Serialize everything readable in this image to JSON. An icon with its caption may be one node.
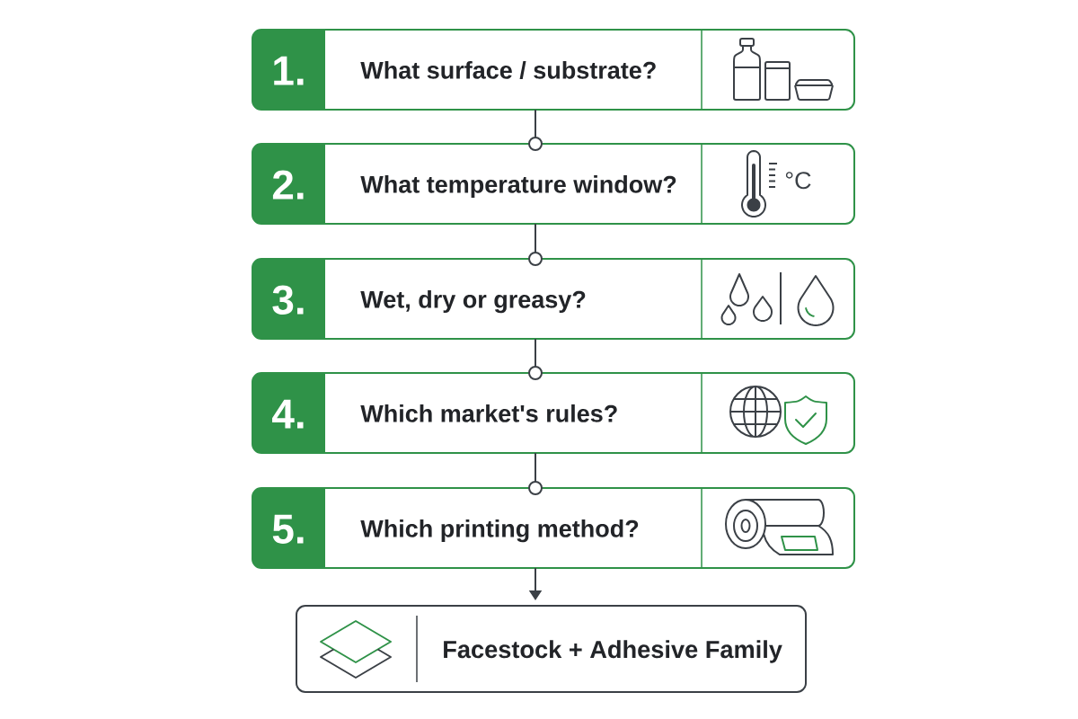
{
  "diagram": {
    "nodes": [
      {
        "text": [
          "1.",
          "What surface / substrate?"
        ]
      },
      {
        "text": [
          "2.",
          "What temperature window?"
        ]
      },
      {
        "text": [
          "3.",
          "Wet, dry or greasy?"
        ]
      },
      {
        "text": [
          "4.",
          "Which market's rules?"
        ]
      },
      {
        "text": [
          "5.",
          "Which printing method?"
        ]
      },
      {
        "text": [
          "Facestock + Adhesive Family"
        ]
      }
    ],
    "edges": [
      {
        "from": 0,
        "to": 1,
        "arrow": "other"
      },
      {
        "from": 1,
        "to": 2,
        "arrow": "other"
      },
      {
        "from": 2,
        "to": 3,
        "arrow": "other"
      },
      {
        "from": 3,
        "to": 4,
        "arrow": "other"
      },
      {
        "from": 4,
        "to": 5,
        "arrow": "to"
      }
    ],
    "labels": [
      "°C"
    ]
  }
}
